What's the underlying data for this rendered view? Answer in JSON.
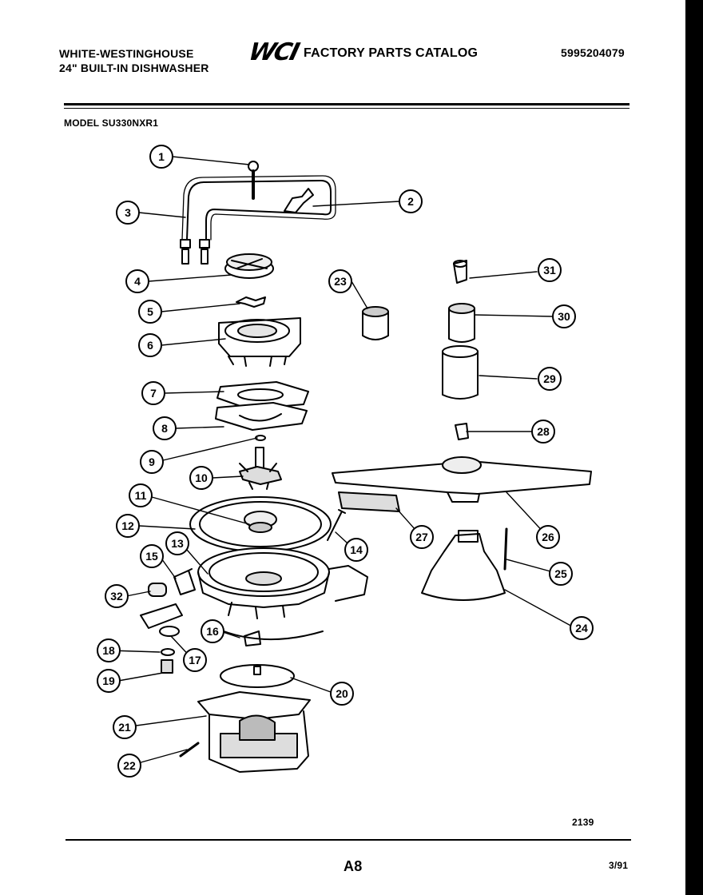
{
  "header": {
    "brand_line1": "WHITE-WESTINGHOUSE",
    "brand_line2": "24\" BUILT-IN DISHWASHER",
    "logo": "WCI",
    "catalog_title": "FACTORY PARTS CATALOG",
    "part_number": "5995204079"
  },
  "model_label": "MODEL SU330NXR1",
  "callouts": [
    "1",
    "2",
    "3",
    "4",
    "5",
    "6",
    "7",
    "8",
    "9",
    "10",
    "11",
    "12",
    "13",
    "14",
    "15",
    "16",
    "17",
    "18",
    "19",
    "20",
    "21",
    "22",
    "23",
    "24",
    "25",
    "26",
    "27",
    "28",
    "29",
    "30",
    "31",
    "32"
  ],
  "footer": {
    "reference": "2139",
    "page": "A8",
    "date": "3/91"
  }
}
